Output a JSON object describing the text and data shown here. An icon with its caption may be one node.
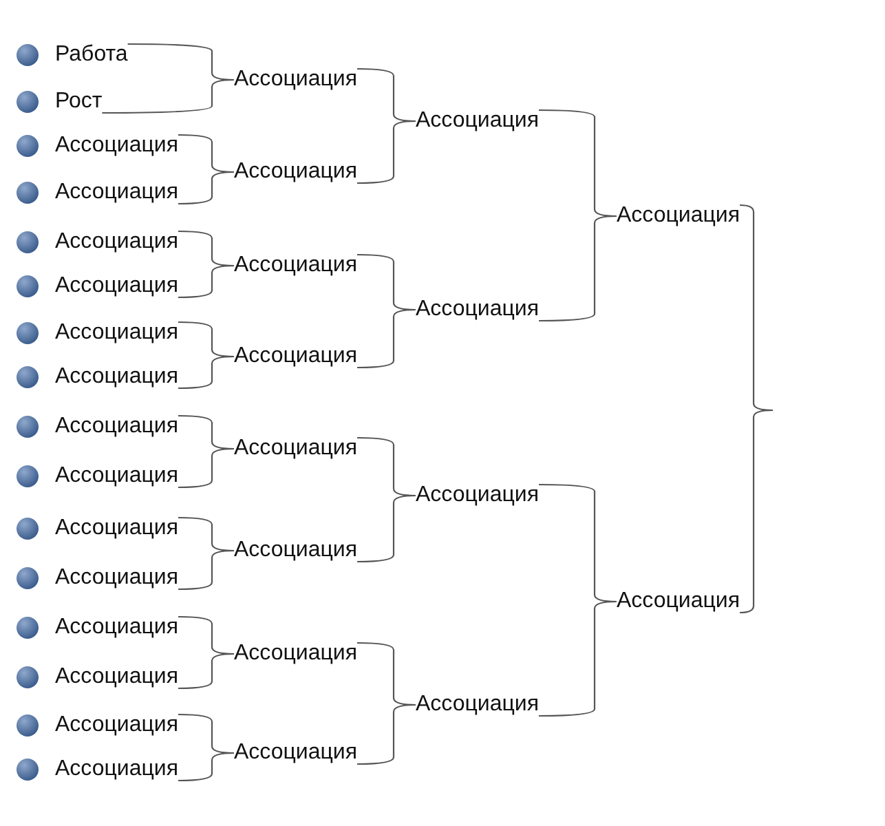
{
  "diagram": {
    "nodes": [
      {
        "text": [
          "Работа"
        ]
      },
      {
        "text": [
          "Рост"
        ]
      },
      {
        "text": [
          "Ассоциация"
        ]
      },
      {
        "text": [
          "Ассоциация"
        ]
      },
      {
        "text": [
          "Ассоциация"
        ]
      },
      {
        "text": [
          "Ассоциация"
        ]
      },
      {
        "text": [
          "Ассоциация"
        ]
      },
      {
        "text": [
          "Ассоциация"
        ]
      },
      {
        "text": [
          "Ассоциация"
        ]
      },
      {
        "text": [
          "Ассоциация"
        ]
      },
      {
        "text": [
          "Ассоциация"
        ]
      },
      {
        "text": [
          "Ассоциация"
        ]
      },
      {
        "text": [
          "Ассоциация"
        ]
      },
      {
        "text": [
          "Ассоциация"
        ]
      },
      {
        "text": [
          "Ассоциация"
        ]
      },
      {
        "text": [
          "Ассоциация"
        ]
      },
      {
        "text": [
          "Ассоциация"
        ]
      },
      {
        "text": [
          "Ассоциация"
        ]
      },
      {
        "text": [
          "Ассоциация"
        ]
      },
      {
        "text": [
          "Ассоциация"
        ]
      },
      {
        "text": [
          "Ассоциация"
        ]
      },
      {
        "text": [
          "Ассоциация"
        ]
      },
      {
        "text": [
          "Ассоциация"
        ]
      },
      {
        "text": [
          "Ассоциация"
        ]
      },
      {
        "text": [
          "Ассоциация"
        ]
      },
      {
        "text": [
          "Ассоциация"
        ]
      },
      {
        "text": [
          "Ассоциация"
        ]
      },
      {
        "text": [
          "Ассоциация"
        ]
      },
      {
        "text": [
          "Ассоциация"
        ]
      },
      {
        "text": [
          "Ассоциация"
        ]
      }
    ],
    "edges": [
      {
        "from": 0,
        "to": 16,
        "arrow": "none"
      },
      {
        "from": 1,
        "to": 16,
        "arrow": "none"
      },
      {
        "from": 2,
        "to": 17,
        "arrow": "none"
      },
      {
        "from": 3,
        "to": 17,
        "arrow": "none"
      },
      {
        "from": 4,
        "to": 18,
        "arrow": "none"
      },
      {
        "from": 5,
        "to": 18,
        "arrow": "none"
      },
      {
        "from": 6,
        "to": 19,
        "arrow": "none"
      },
      {
        "from": 7,
        "to": 19,
        "arrow": "none"
      },
      {
        "from": 8,
        "to": 20,
        "arrow": "none"
      },
      {
        "from": 9,
        "to": 20,
        "arrow": "none"
      },
      {
        "from": 10,
        "to": 21,
        "arrow": "none"
      },
      {
        "from": 11,
        "to": 21,
        "arrow": "none"
      },
      {
        "from": 12,
        "to": 22,
        "arrow": "none"
      },
      {
        "from": 13,
        "to": 22,
        "arrow": "none"
      },
      {
        "from": 14,
        "to": 23,
        "arrow": "none"
      },
      {
        "from": 15,
        "to": 23,
        "arrow": "none"
      },
      {
        "from": 16,
        "to": 24,
        "arrow": "none"
      },
      {
        "from": 17,
        "to": 24,
        "arrow": "none"
      },
      {
        "from": 18,
        "to": 25,
        "arrow": "none"
      },
      {
        "from": 19,
        "to": 25,
        "arrow": "none"
      },
      {
        "from": 20,
        "to": 26,
        "arrow": "none"
      },
      {
        "from": 21,
        "to": 26,
        "arrow": "none"
      },
      {
        "from": 22,
        "to": 27,
        "arrow": "none"
      },
      {
        "from": 23,
        "to": 27,
        "arrow": "none"
      },
      {
        "from": 24,
        "to": 28,
        "arrow": "none"
      },
      {
        "from": 25,
        "to": 28,
        "arrow": "none"
      },
      {
        "from": 26,
        "to": 29,
        "arrow": "none"
      },
      {
        "from": 27,
        "to": 29,
        "arrow": "none"
      },
      {
        "from": 28,
        "to": null,
        "arrow": "none"
      },
      {
        "from": 29,
        "to": null,
        "arrow": "none"
      }
    ]
  }
}
